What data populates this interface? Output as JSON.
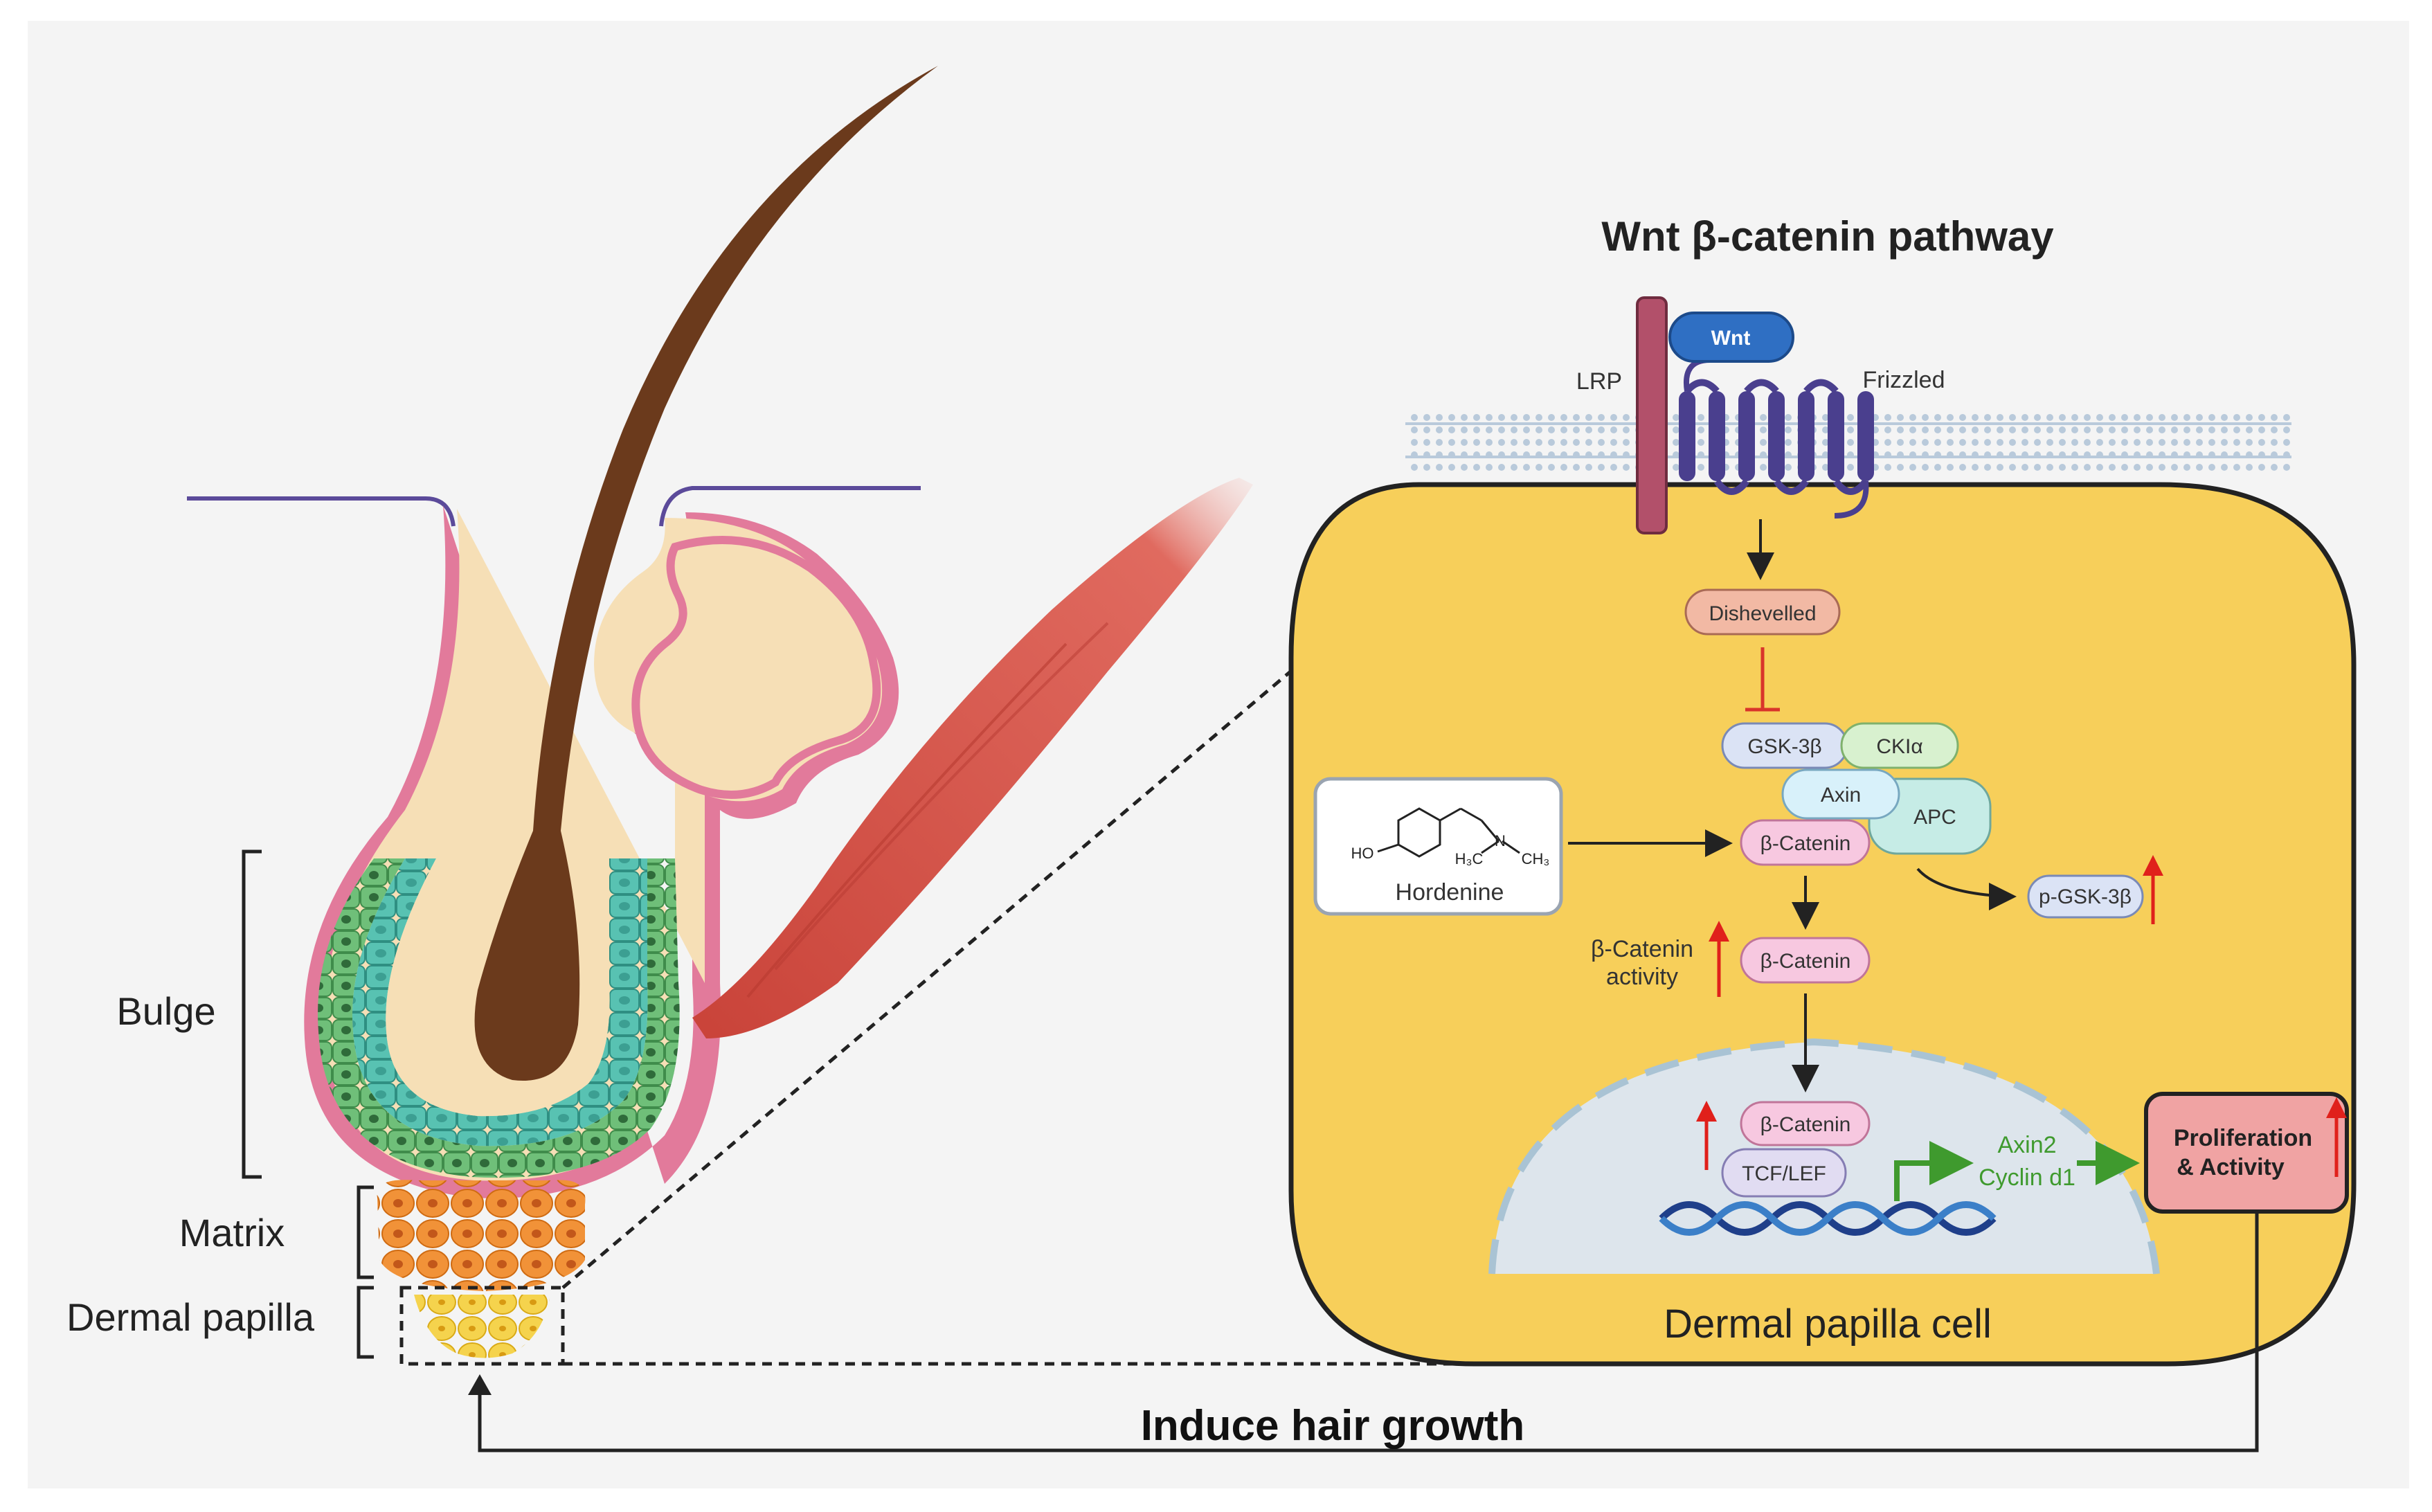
{
  "figure": {
    "pathway_title": "Wnt β-catenin pathway",
    "hair_labels": {
      "bulge": "Bulge",
      "matrix": "Matrix",
      "dermal_papilla": "Dermal papilla"
    },
    "receptors": {
      "wnt": "Wnt",
      "lrp": "LRP",
      "frizzled": "Frizzled"
    },
    "nodes": {
      "dishevelled": "Dishevelled",
      "gsk3b": "GSK-3β",
      "cki": "CKIα",
      "axin": "Axin",
      "apc": "APC",
      "bcatenin_complex": "β-Catenin",
      "bcatenin_cyto": "β-Catenin",
      "bcatenin_nuc": "β-Catenin",
      "pgsk3b": "p-GSK-3β",
      "tcf_lef": "TCF/LEF"
    },
    "compound": {
      "name": "Hordenine",
      "formula_ho": "HO",
      "formula_h3c": "H₃C",
      "formula_n": "N",
      "formula_ch3": "CH₃"
    },
    "activity_label_line1": "β-Catenin",
    "activity_label_line2": "activity",
    "target_genes_line1": "Axin2",
    "target_genes_line2": "Cyclin d1",
    "outcome_line1": "Proliferation",
    "outcome_line2": "& Activity",
    "cell_label": "Dermal papilla cell",
    "bottom_caption": "Induce hair growth"
  },
  "colors": {
    "cell_fill": "#f7cf5a",
    "membrane": "#9fb6cc",
    "wnt_blue": "#2f6fc3",
    "frizzled_purple": "#4a3f8e",
    "lrp_maroon": "#b2506a",
    "inhibit_red": "#d9342b",
    "up_arrow_red": "#e0201b",
    "green_arrow": "#3f9a2e",
    "hair_brown": "#6b3a1c",
    "skin_pink": "#e27a9b",
    "tissue_beige": "#f6dfb6",
    "muscle_red": "#d8544a",
    "bulge_teal": "#58c2b2",
    "outer_green": "#6fbf79",
    "matrix_orange": "#f19238",
    "papilla_yellow": "#f5d34d",
    "outcome_box": "#f0a3a3"
  }
}
